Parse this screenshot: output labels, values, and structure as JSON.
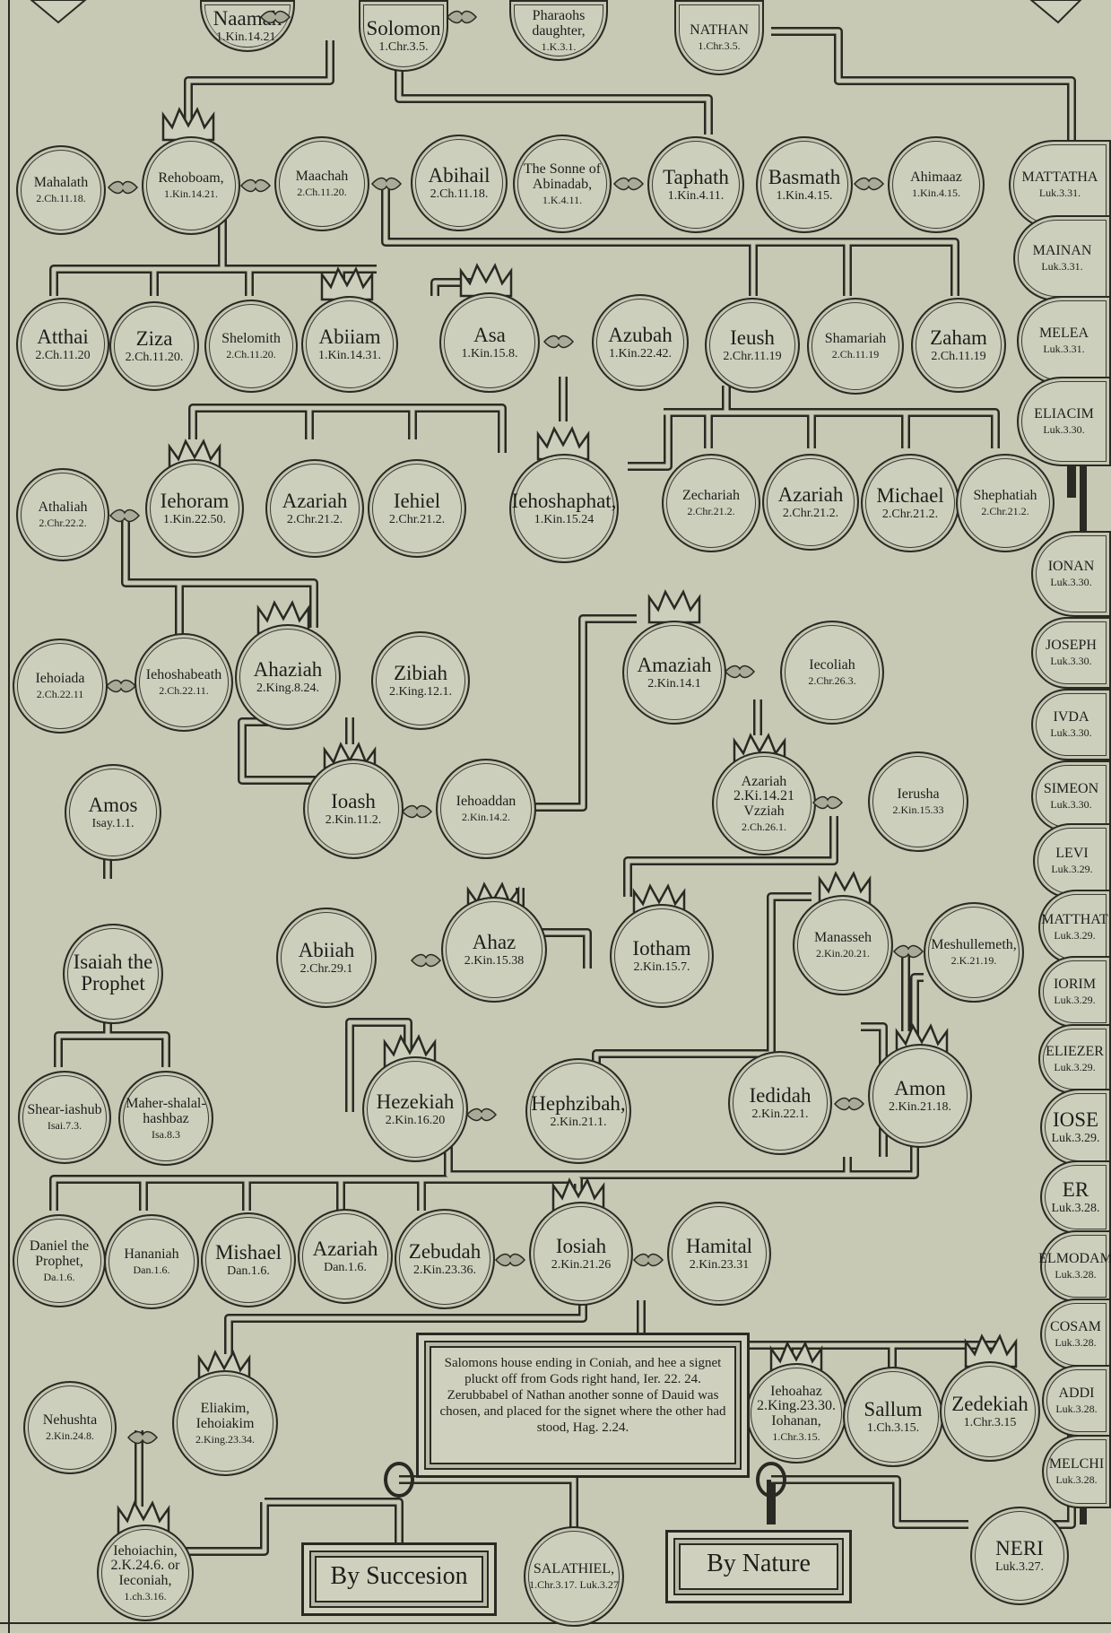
{
  "nodes": [
    {
      "name": "Naamah",
      "ref": "1.Kin.14.21."
    },
    {
      "name": "Solomon",
      "ref": "1.Chr.3.5."
    },
    {
      "name": "Pharaohs daughter,",
      "ref": "1.K.3.1."
    },
    {
      "name": "NATHAN",
      "ref": "1.Chr.3.5."
    },
    {
      "name": "Mahalath",
      "ref": "2.Ch.11.18."
    },
    {
      "name": "Rehoboam,",
      "ref": "1.Kin.14.21."
    },
    {
      "name": "Maachah",
      "ref": "2.Ch.11.20."
    },
    {
      "name": "Abihail",
      "ref": "2.Ch.11.18."
    },
    {
      "name": "The Sonne of Abinadab,",
      "ref": "1.K.4.11."
    },
    {
      "name": "Taphath",
      "ref": "1.Kin.4.11."
    },
    {
      "name": "Basmath",
      "ref": "1.Kin.4.15."
    },
    {
      "name": "Ahimaaz",
      "ref": "1.Kin.4.15."
    },
    {
      "name": "MATTATHA",
      "ref": "Luk.3.31."
    },
    {
      "name": "MAINAN",
      "ref": "Luk.3.31."
    },
    {
      "name": "Atthai",
      "ref": "2.Ch.11.20"
    },
    {
      "name": "Ziza",
      "ref": "2.Ch.11.20."
    },
    {
      "name": "Shelomith",
      "ref": "2.Ch.11.20."
    },
    {
      "name": "Abiiam",
      "ref": "1.Kin.14.31."
    },
    {
      "name": "Asa",
      "ref": "1.Kin.15.8."
    },
    {
      "name": "Azubah",
      "ref": "1.Kin.22.42."
    },
    {
      "name": "Ieush",
      "ref": "2.Chr.11.19"
    },
    {
      "name": "Shamariah",
      "ref": "2.Ch.11.19"
    },
    {
      "name": "Zaham",
      "ref": "2.Ch.11.19"
    },
    {
      "name": "MELEA",
      "ref": "Luk.3.31."
    },
    {
      "name": "ELIACIM",
      "ref": "Luk.3.30."
    },
    {
      "name": "Athaliah",
      "ref": "2.Chr.22.2."
    },
    {
      "name": "Iehoram",
      "ref": "1.Kin.22.50."
    },
    {
      "name": "Azariah",
      "ref": "2.Chr.21.2."
    },
    {
      "name": "Iehiel",
      "ref": "2.Chr.21.2."
    },
    {
      "name": "Iehoshaphat,",
      "ref": "1.Kin.15.24"
    },
    {
      "name": "Zechariah",
      "ref": "2.Chr.21.2."
    },
    {
      "name": "Azariah",
      "ref": "2.Chr.21.2."
    },
    {
      "name": "Michael",
      "ref": "2.Chr.21.2."
    },
    {
      "name": "Shephatiah",
      "ref": "2.Chr.21.2."
    },
    {
      "name": "IONAN",
      "ref": "Luk.3.30."
    },
    {
      "name": "JOSEPH",
      "ref": "Luk.3.30."
    },
    {
      "name": "Iehoiada",
      "ref": "2.Ch.22.11"
    },
    {
      "name": "Iehoshabeath",
      "ref": "2.Ch.22.11."
    },
    {
      "name": "Ahaziah",
      "ref": "2.King.8.24."
    },
    {
      "name": "Zibiah",
      "ref": "2.King.12.1."
    },
    {
      "name": "Amaziah",
      "ref": "2.Kin.14.1"
    },
    {
      "name": "Iecoliah",
      "ref": "2.Chr.26.3."
    },
    {
      "name": "IVDA",
      "ref": "Luk.3.30."
    },
    {
      "name": "SIMEON",
      "ref": "Luk.3.30."
    },
    {
      "name": "Amos",
      "ref": "Isay.1.1."
    },
    {
      "name": "Ioash",
      "ref": "2.Kin.11.2."
    },
    {
      "name": "Iehoaddan",
      "ref": "2.Kin.14.2."
    },
    {
      "name": "Azariah 2.Ki.14.21 Vzziah",
      "ref": "2.Ch.26.1."
    },
    {
      "name": "Ierusha",
      "ref": "2.Kin.15.33"
    },
    {
      "name": "LEVI",
      "ref": "Luk.3.29."
    },
    {
      "name": "MATTHAT",
      "ref": "Luk.3.29."
    },
    {
      "name": "Isaiah the Prophet",
      "ref": ""
    },
    {
      "name": "Abiiah",
      "ref": "2.Chr.29.1"
    },
    {
      "name": "Ahaz",
      "ref": "2.Kin.15.38"
    },
    {
      "name": "Iotham",
      "ref": "2.Kin.15.7."
    },
    {
      "name": "Manasseh",
      "ref": "2.Kin.20.21."
    },
    {
      "name": "Meshullemeth,",
      "ref": "2.K.21.19."
    },
    {
      "name": "IORIM",
      "ref": "Luk.3.29."
    },
    {
      "name": "ELIEZER",
      "ref": "Luk.3.29."
    },
    {
      "name": "Shear-iashub",
      "ref": "Isai.7.3."
    },
    {
      "name": "Maher-shalal-hashbaz",
      "ref": "Isa.8.3"
    },
    {
      "name": "Hezekiah",
      "ref": "2.Kin.16.20"
    },
    {
      "name": "Hephzibah,",
      "ref": "2.Kin.21.1."
    },
    {
      "name": "Iedidah",
      "ref": "2.Kin.22.1."
    },
    {
      "name": "Amon",
      "ref": "2.Kin.21.18."
    },
    {
      "name": "IOSE",
      "ref": "Luk.3.29."
    },
    {
      "name": "ER",
      "ref": "Luk.3.28."
    },
    {
      "name": "Daniel the Prophet,",
      "ref": "Da.1.6."
    },
    {
      "name": "Hananiah",
      "ref": "Dan.1.6."
    },
    {
      "name": "Mishael",
      "ref": "Dan.1.6."
    },
    {
      "name": "Azariah",
      "ref": "Dan.1.6."
    },
    {
      "name": "Zebudah",
      "ref": "2.Kin.23.36."
    },
    {
      "name": "Iosiah",
      "ref": "2.Kin.21.26"
    },
    {
      "name": "Hamital",
      "ref": "2.Kin.23.31"
    },
    {
      "name": "ELMODAM",
      "ref": "Luk.3.28."
    },
    {
      "name": "COSAM",
      "ref": "Luk.3.28."
    },
    {
      "name": "Nehushta",
      "ref": "2.Kin.24.8."
    },
    {
      "name": "Eliakim, Iehoiakim",
      "ref": "2.King.23.34."
    },
    {
      "name": "Iehoahaz 2.King.23.30. Iohanan,",
      "ref": "1.Chr.3.15."
    },
    {
      "name": "Sallum",
      "ref": "1.Ch.3.15."
    },
    {
      "name": "Zedekiah",
      "ref": "1.Chr.3.15"
    },
    {
      "name": "ADDI",
      "ref": "Luk.3.28."
    },
    {
      "name": "MELCHI",
      "ref": "Luk.3.28."
    },
    {
      "name": "Iehoiachin, 2.K.24.6. or Ieconiah,",
      "ref": "1.ch.3.16."
    },
    {
      "name": "SALATHIEL,",
      "ref": "1.Chr.3.17. Luk.3.27"
    },
    {
      "name": "NERI",
      "ref": "Luk.3.27."
    }
  ],
  "note": "Salomons house ending in Coniah, and hee a signet pluckt off from Gods right hand, Ier. 22. 24. Zerubbabel of Nathan another sonne of Dauid was chosen, and placed for the signet where the other had stood, Hag. 2.24.",
  "labels": {
    "succession": "By Succesion",
    "nature": "By Nature"
  }
}
